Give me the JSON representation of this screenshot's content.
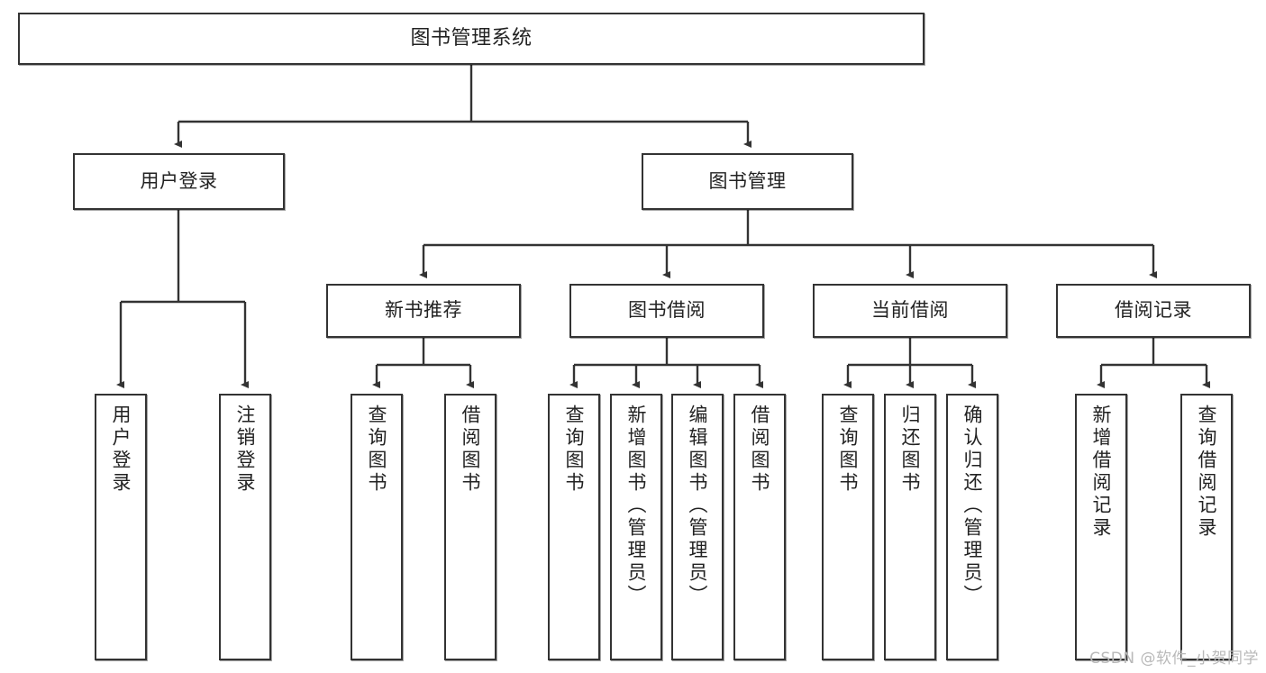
{
  "diagram": {
    "title": "图书管理系统",
    "type": "tree",
    "watermark": "CSDN @软件_小贺同学",
    "colors": {
      "box_border": "#333333",
      "box_fill": "#ffffff",
      "edge": "#333333",
      "text": "#222222",
      "watermark": "#b9b9b9"
    },
    "root": {
      "label": "图书管理系统"
    },
    "level1": [
      {
        "label": "用户登录"
      },
      {
        "label": "图书管理"
      }
    ],
    "level2": [
      {
        "label": "新书推荐"
      },
      {
        "label": "图书借阅"
      },
      {
        "label": "当前借阅"
      },
      {
        "label": "借阅记录"
      }
    ],
    "leaves": {
      "user_login": [
        {
          "label": "用户登录"
        },
        {
          "label": "注销登录"
        }
      ],
      "new_book_recommend": [
        {
          "label": "查询图书"
        },
        {
          "label": "借阅图书"
        }
      ],
      "book_borrow": [
        {
          "label": "查询图书"
        },
        {
          "label": "新增图书（管理员）"
        },
        {
          "label": "编辑图书（管理员）"
        },
        {
          "label": "借阅图书"
        }
      ],
      "current_borrow": [
        {
          "label": "查询图书"
        },
        {
          "label": "归还图书"
        },
        {
          "label": "确认归还（管理员）"
        }
      ],
      "borrow_record": [
        {
          "label": "新增借阅记录"
        },
        {
          "label": "查询借阅记录"
        }
      ]
    }
  }
}
